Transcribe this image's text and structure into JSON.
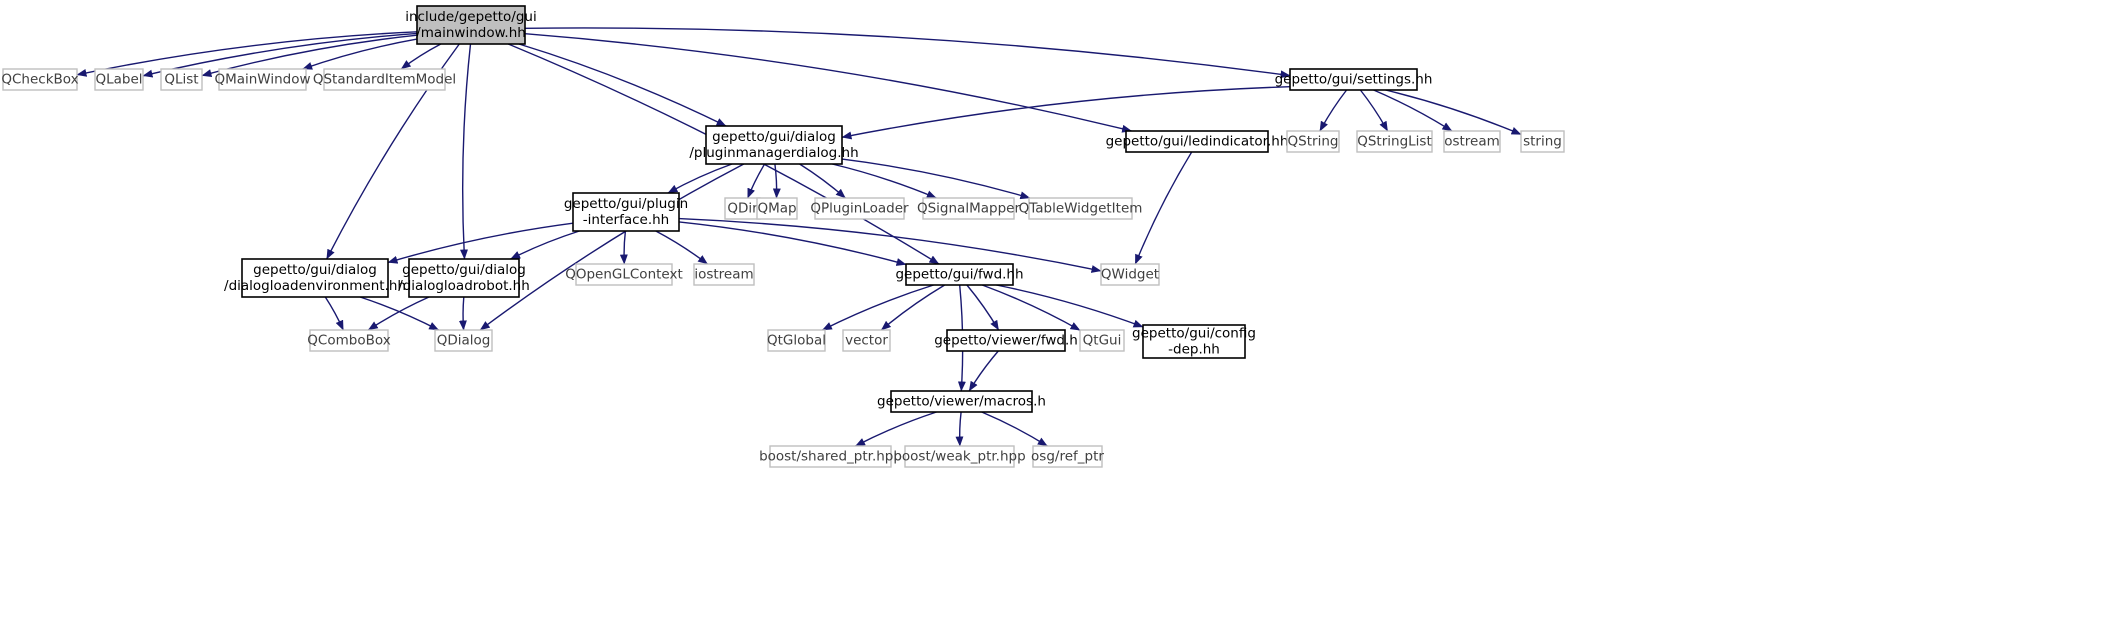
{
  "colors": {
    "edge": "#191970",
    "external_border": "#bfbfbf",
    "root_fill": "#bfbfbf",
    "text": "#000000"
  },
  "nodes": {
    "mainwindow": {
      "lines": [
        "include/gepetto/gui",
        "/mainwindow.hh"
      ],
      "kind": "root"
    },
    "qcheckbox": {
      "lines": [
        "QCheckBox"
      ],
      "kind": "external"
    },
    "qlabel": {
      "lines": [
        "QLabel"
      ],
      "kind": "external"
    },
    "qlist": {
      "lines": [
        "QList"
      ],
      "kind": "external"
    },
    "qmainwindow": {
      "lines": [
        "QMainWindow"
      ],
      "kind": "external"
    },
    "qstandarditemmodel": {
      "lines": [
        "QStandardItemModel"
      ],
      "kind": "external"
    },
    "settings": {
      "lines": [
        "gepetto/gui/settings.hh"
      ],
      "kind": "internal"
    },
    "pluginmanagerdialog": {
      "lines": [
        "gepetto/gui/dialog",
        "/pluginmanagerdialog.hh"
      ],
      "kind": "internal"
    },
    "ledindicator": {
      "lines": [
        "gepetto/gui/ledindicator.hh"
      ],
      "kind": "internal"
    },
    "qstring": {
      "lines": [
        "QString"
      ],
      "kind": "external"
    },
    "qstringlist": {
      "lines": [
        "QStringList"
      ],
      "kind": "external"
    },
    "ostream": {
      "lines": [
        "ostream"
      ],
      "kind": "external"
    },
    "string": {
      "lines": [
        "string"
      ],
      "kind": "external"
    },
    "plugininterface": {
      "lines": [
        "gepetto/gui/plugin",
        "-interface.hh"
      ],
      "kind": "internal"
    },
    "qdir": {
      "lines": [
        "QDir"
      ],
      "kind": "external"
    },
    "qmap": {
      "lines": [
        "QMap"
      ],
      "kind": "external"
    },
    "qpluginloader": {
      "lines": [
        "QPluginLoader"
      ],
      "kind": "external"
    },
    "qsignalmapper": {
      "lines": [
        "QSignalMapper"
      ],
      "kind": "external"
    },
    "qtablewidgetitem": {
      "lines": [
        "QTableWidgetItem"
      ],
      "kind": "external"
    },
    "dialogloadenvironment": {
      "lines": [
        "gepetto/gui/dialog",
        "/dialogloadenvironment.hh"
      ],
      "kind": "internal"
    },
    "dialogloadrobot": {
      "lines": [
        "gepetto/gui/dialog",
        "/dialogloadrobot.hh"
      ],
      "kind": "internal"
    },
    "qopenglcontext": {
      "lines": [
        "QOpenGLContext"
      ],
      "kind": "external"
    },
    "iostream": {
      "lines": [
        "iostream"
      ],
      "kind": "external"
    },
    "guifwd": {
      "lines": [
        "gepetto/gui/fwd.hh"
      ],
      "kind": "internal"
    },
    "qwidget": {
      "lines": [
        "QWidget"
      ],
      "kind": "external"
    },
    "qcombobox": {
      "lines": [
        "QComboBox"
      ],
      "kind": "external"
    },
    "qdialog": {
      "lines": [
        "QDialog"
      ],
      "kind": "external"
    },
    "qtglobal": {
      "lines": [
        "QtGlobal"
      ],
      "kind": "external"
    },
    "vector": {
      "lines": [
        "vector"
      ],
      "kind": "external"
    },
    "viewerfwd": {
      "lines": [
        "gepetto/viewer/fwd.h"
      ],
      "kind": "internal"
    },
    "qtgui": {
      "lines": [
        "QtGui"
      ],
      "kind": "external"
    },
    "configdep": {
      "lines": [
        "gepetto/gui/config",
        "-dep.hh"
      ],
      "kind": "internal"
    },
    "macros": {
      "lines": [
        "gepetto/viewer/macros.h"
      ],
      "kind": "internal"
    },
    "sharedptr": {
      "lines": [
        "boost/shared_ptr.hpp"
      ],
      "kind": "external"
    },
    "weakptr": {
      "lines": [
        "boost/weak_ptr.hpp"
      ],
      "kind": "external"
    },
    "refptr": {
      "lines": [
        "osg/ref_ptr"
      ],
      "kind": "external"
    }
  },
  "edges": [
    [
      "mainwindow",
      "qcheckbox"
    ],
    [
      "mainwindow",
      "qlabel"
    ],
    [
      "mainwindow",
      "qlist"
    ],
    [
      "mainwindow",
      "qmainwindow"
    ],
    [
      "mainwindow",
      "qstandarditemmodel"
    ],
    [
      "mainwindow",
      "settings"
    ],
    [
      "mainwindow",
      "pluginmanagerdialog"
    ],
    [
      "mainwindow",
      "ledindicator"
    ],
    [
      "mainwindow",
      "dialogloadenvironment"
    ],
    [
      "mainwindow",
      "dialogloadrobot"
    ],
    [
      "mainwindow",
      "guifwd"
    ],
    [
      "settings",
      "pluginmanagerdialog"
    ],
    [
      "settings",
      "qstring"
    ],
    [
      "settings",
      "qstringlist"
    ],
    [
      "settings",
      "ostream"
    ],
    [
      "settings",
      "string"
    ],
    [
      "ledindicator",
      "qwidget"
    ],
    [
      "pluginmanagerdialog",
      "plugininterface"
    ],
    [
      "pluginmanagerdialog",
      "qdir"
    ],
    [
      "pluginmanagerdialog",
      "qmap"
    ],
    [
      "pluginmanagerdialog",
      "qpluginloader"
    ],
    [
      "pluginmanagerdialog",
      "qsignalmapper"
    ],
    [
      "pluginmanagerdialog",
      "qtablewidgetitem"
    ],
    [
      "pluginmanagerdialog",
      "qdialog"
    ],
    [
      "plugininterface",
      "dialogloadenvironment"
    ],
    [
      "plugininterface",
      "dialogloadrobot"
    ],
    [
      "plugininterface",
      "qopenglcontext"
    ],
    [
      "plugininterface",
      "iostream"
    ],
    [
      "plugininterface",
      "guifwd"
    ],
    [
      "plugininterface",
      "qwidget"
    ],
    [
      "dialogloadenvironment",
      "qcombobox"
    ],
    [
      "dialogloadenvironment",
      "qdialog"
    ],
    [
      "dialogloadrobot",
      "qcombobox"
    ],
    [
      "dialogloadrobot",
      "qdialog"
    ],
    [
      "guifwd",
      "qtglobal"
    ],
    [
      "guifwd",
      "vector"
    ],
    [
      "guifwd",
      "viewerfwd"
    ],
    [
      "guifwd",
      "qtgui"
    ],
    [
      "guifwd",
      "configdep"
    ],
    [
      "guifwd",
      "macros"
    ],
    [
      "viewerfwd",
      "macros"
    ],
    [
      "macros",
      "sharedptr"
    ],
    [
      "macros",
      "weakptr"
    ],
    [
      "macros",
      "refptr"
    ]
  ]
}
